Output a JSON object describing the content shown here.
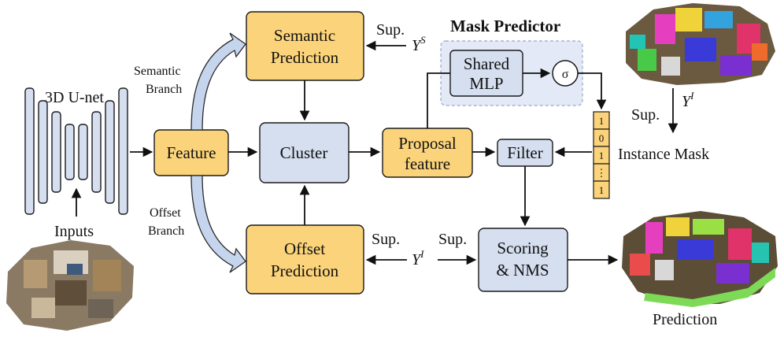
{
  "unet_title": "3D U-net",
  "inputs_label": "Inputs",
  "feature": "Feature",
  "semantic_branch": [
    "Semantic",
    "Branch"
  ],
  "offset_branch": [
    "Offset",
    "Branch"
  ],
  "semantic_prediction": [
    "Semantic",
    "Prediction"
  ],
  "offset_prediction": [
    "Offset",
    "Prediction"
  ],
  "cluster": "Cluster",
  "proposal_feature": [
    "Proposal",
    "feature"
  ],
  "mask_predictor_title": "Mask Predictor",
  "shared_mlp": [
    "Shared",
    "MLP"
  ],
  "sigma": "σ",
  "filter": "Filter",
  "scoring": [
    "Scoring",
    "& NMS"
  ],
  "sup_label": "Sup.",
  "y_s": {
    "base": "Y",
    "sup": "S"
  },
  "y_i": {
    "base": "Y",
    "sup": "I"
  },
  "instance_mask": "Instance Mask",
  "mask_cells": [
    "1",
    "0",
    "1",
    "⋮",
    "1"
  ],
  "prediction_label": "Prediction",
  "colors": {
    "orange_fill": "#fbd37a",
    "blue_fill": "#d5dff0",
    "mask_bg": "#e3e9f6",
    "stroke": "#1a1a1a"
  }
}
